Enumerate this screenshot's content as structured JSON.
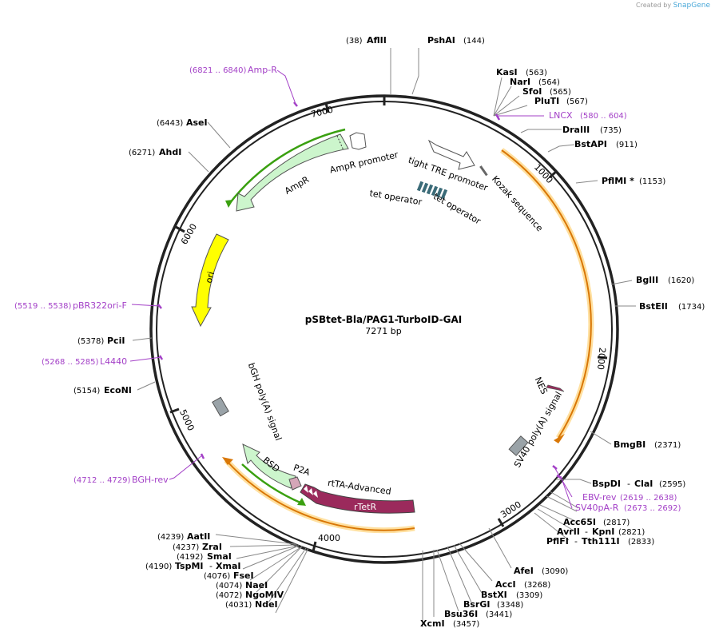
{
  "credit": {
    "prefix": "Created by",
    "brand": "SnapGene"
  },
  "plasmid": {
    "name": "pSBtet-Bla/PAG1-TurboID-GAI",
    "size": "7271 bp",
    "length": 7271
  },
  "ticks": [
    "1000",
    "2000",
    "3000",
    "4000",
    "5000",
    "6000",
    "7000"
  ],
  "sites": [
    {
      "name": "AflII",
      "pos": "(38)"
    },
    {
      "name": "PshAI",
      "pos": "(144)"
    },
    {
      "name": "KasI",
      "pos": "(563)"
    },
    {
      "name": "NarI",
      "pos": "(564)"
    },
    {
      "name": "SfoI",
      "pos": "(565)"
    },
    {
      "name": "PluTI",
      "pos": "(567)"
    },
    {
      "name": "LNCX",
      "pos": "(580 .. 604)"
    },
    {
      "name": "DraIII",
      "pos": "(735)"
    },
    {
      "name": "BstAPI",
      "pos": "(911)"
    },
    {
      "name": "PflMI *",
      "pos": "(1153)"
    },
    {
      "name": "BglII",
      "pos": "(1620)"
    },
    {
      "name": "BstEII",
      "pos": "(1734)"
    },
    {
      "name": "BmgBI",
      "pos": "(2371)"
    },
    {
      "name": "BspDI",
      "name2": "ClaI",
      "pos": "(2595)"
    },
    {
      "name": "EBV-rev",
      "pos": "(2619 .. 2638)"
    },
    {
      "name": "SV40pA-R",
      "pos": "(2673 .. 2692)"
    },
    {
      "name": "Acc65I",
      "pos": "(2817)"
    },
    {
      "name": "AvrII",
      "name2": "KpnI",
      "pos": "(2821)"
    },
    {
      "name": "PflFI",
      "name2": "Tth111I",
      "pos": "(2833)"
    },
    {
      "name": "AfeI",
      "pos": "(3090)"
    },
    {
      "name": "AccI",
      "pos": "(3268)"
    },
    {
      "name": "BstXI",
      "pos": "(3309)"
    },
    {
      "name": "BsrGI",
      "pos": "(3348)"
    },
    {
      "name": "Bsu36I",
      "pos": "(3441)"
    },
    {
      "name": "XcmI",
      "pos": "(3457)"
    },
    {
      "name": "AatII",
      "pos": "(4239)"
    },
    {
      "name": "ZraI",
      "pos": "(4237)"
    },
    {
      "name": "SmaI",
      "pos": "(4192)"
    },
    {
      "name": "TspMI",
      "name2": "XmaI",
      "pos": "(4190)"
    },
    {
      "name": "FseI",
      "pos": "(4076)"
    },
    {
      "name": "NaeI",
      "pos": "(4074)"
    },
    {
      "name": "NgoMIV",
      "pos": "(4072)"
    },
    {
      "name": "NdeI",
      "pos": "(4031)"
    },
    {
      "name": "BGH-rev",
      "pos": "(4712 .. 4729)"
    },
    {
      "name": "EcoNI",
      "pos": "(5154)"
    },
    {
      "name": "L4440",
      "pos": "(5268 .. 5285)"
    },
    {
      "name": "PciI",
      "pos": "(5378)"
    },
    {
      "name": "pBR322ori-F",
      "pos": "(5519 .. 5538)"
    },
    {
      "name": "AhdI",
      "pos": "(6271)"
    },
    {
      "name": "AseI",
      "pos": "(6443)"
    },
    {
      "name": "Amp-R",
      "pos": "(6821 .. 6840)"
    }
  ],
  "features": {
    "ampr_promoter": "AmpR promoter",
    "ampr": "AmpR",
    "ori": "ori",
    "tight_tre": "tight TRE promoter",
    "tet_operator_1": "tet operator",
    "tet_operator_2": "tet operator",
    "kozak": "Kozak sequence",
    "nes": "NES",
    "sv40": "SV40 poly(A) signal",
    "bgh": "bGH poly(A) signal",
    "bsd": "BSD",
    "p2a": "P2A",
    "rtta": "rtTA-Advanced",
    "rtetr": "rTetR"
  },
  "colors": {
    "backbone": "#222222",
    "ampr_fill": "#ccf5cc",
    "green_arrow": "#3aa010",
    "ori_fill": "#ffff00",
    "orange_arrow": "#e07b00",
    "orange_glow": "#ffe0a0",
    "rtetr_fill": "#9b2a5c",
    "grey_box": "#9aa3a8",
    "tet_op": "#3b6b78",
    "primer": "#a340c7"
  }
}
